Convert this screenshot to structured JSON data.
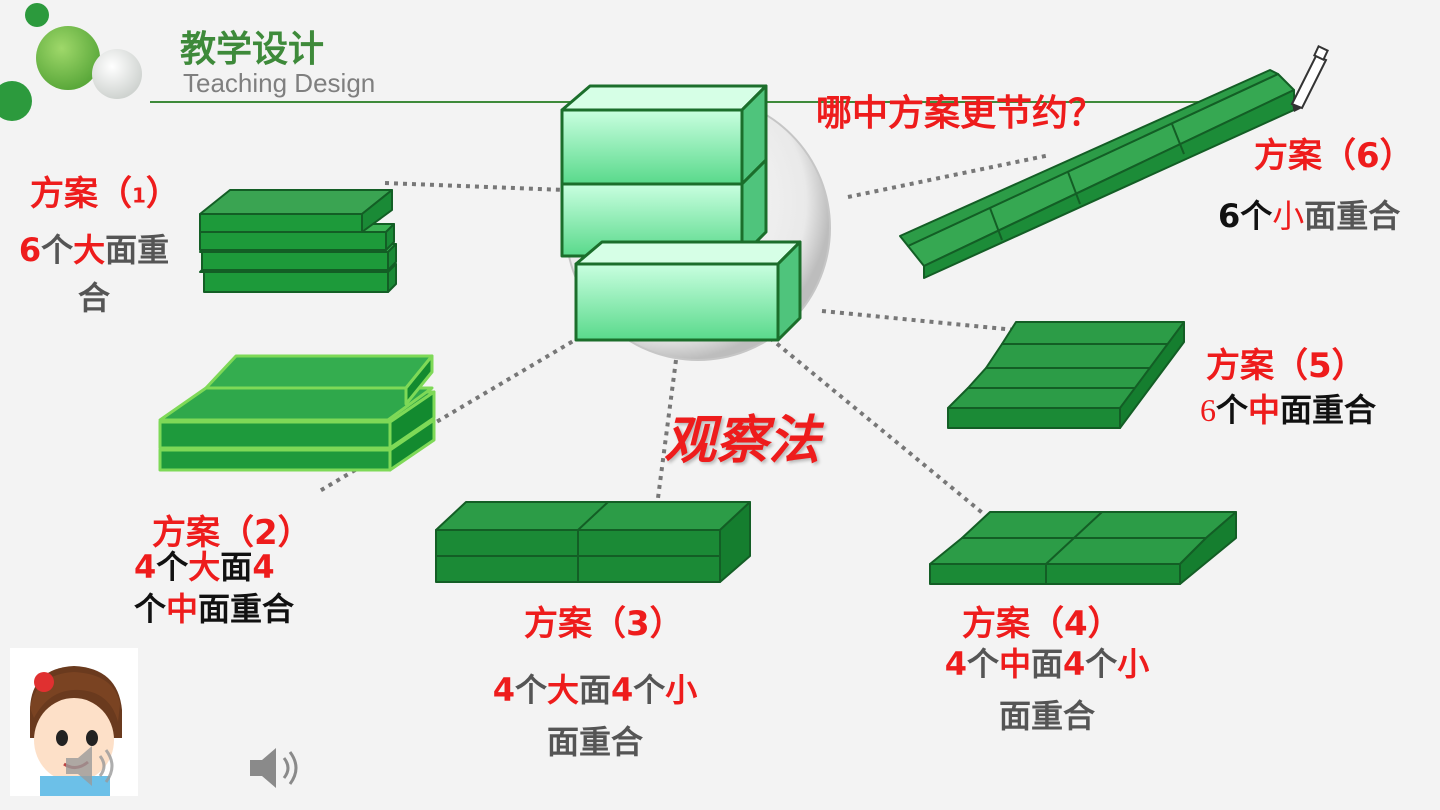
{
  "header": {
    "title_cn": "教学设计",
    "title_en": "Teaching Design"
  },
  "question": "哪中方案更节约？",
  "method": "观察法",
  "plans": [
    {
      "title_a": "方案（",
      "num": "1",
      "title_b": "）",
      "desc": [
        "6",
        "个",
        "大",
        "面重",
        "合"
      ]
    },
    {
      "title": "方案（2）",
      "desc": [
        "4",
        "个",
        "大",
        "面",
        "4",
        "个",
        "中",
        "面重合"
      ]
    },
    {
      "title": "方案（3）",
      "desc": [
        "4",
        "个",
        "大",
        "面",
        "4",
        "个",
        "小",
        "面重合"
      ]
    },
    {
      "title": "方案（4）",
      "desc": [
        "4",
        "个",
        "中",
        "面",
        "4",
        "个",
        "小",
        "面重合"
      ]
    },
    {
      "title": "方案（5）",
      "desc": [
        "6",
        "个",
        "中",
        "面重合"
      ]
    },
    {
      "title": "方案（6）",
      "desc": [
        "6",
        "个",
        "小",
        "面重合"
      ]
    }
  ],
  "icons": [
    "speaker-icon",
    "girl-avatar",
    "pencil-icon"
  ],
  "colors": {
    "accent": "#3e8a3a",
    "highlight": "#ee1c1c",
    "box": "#1f8f3a",
    "box_light": "#8ff0b4"
  }
}
